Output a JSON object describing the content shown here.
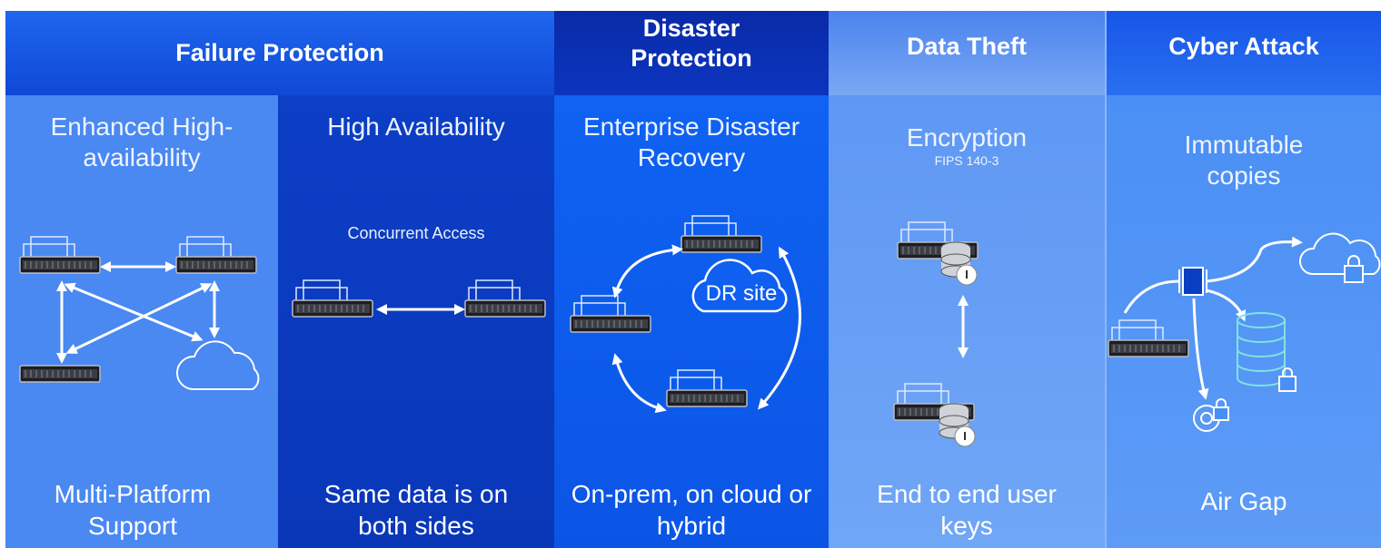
{
  "headers": {
    "failure_protection": "Failure Protection",
    "disaster_protection": "Disaster Protection",
    "data_theft": "Data Theft",
    "cyber_attack": "Cyber Attack"
  },
  "columns": {
    "enhanced_ha": {
      "title": "Enhanced High-availability",
      "bottom": "Multi-Platform Support",
      "icons": [
        "server-icon",
        "cloud-icon"
      ]
    },
    "high_availability": {
      "title": "High Availability",
      "middle": "Concurrent Access",
      "bottom": "Same data is on both sides",
      "icons": [
        "server-icon"
      ]
    },
    "enterprise_dr": {
      "title": "Enterprise Disaster Recovery",
      "cloud_label": "DR site",
      "bottom": "On-prem, on cloud or hybrid",
      "icons": [
        "server-icon",
        "cloud-icon"
      ]
    },
    "encryption": {
      "title": "Encryption",
      "subtitle": "FIPS 140-3",
      "bottom": "End to end user keys",
      "icons": [
        "server-icon",
        "database-icon",
        "lock-icon"
      ]
    },
    "immutable": {
      "title": "Immutable copies",
      "bottom": "Air Gap",
      "icons": [
        "server-icon",
        "cloud-icon",
        "database-icon",
        "disc-icon",
        "lock-icon",
        "switch-icon"
      ]
    }
  },
  "colors": {
    "header_blue": "#1a5de8",
    "header_dark": "#0a30b4",
    "header_light": "#5d95f0",
    "col_light": "#4a88f2",
    "col_dark": "#0c3fc8",
    "col_mid": "#0f5ff0",
    "col_pale": "#6ea4f6",
    "col_bright": "#4b8ff5"
  }
}
